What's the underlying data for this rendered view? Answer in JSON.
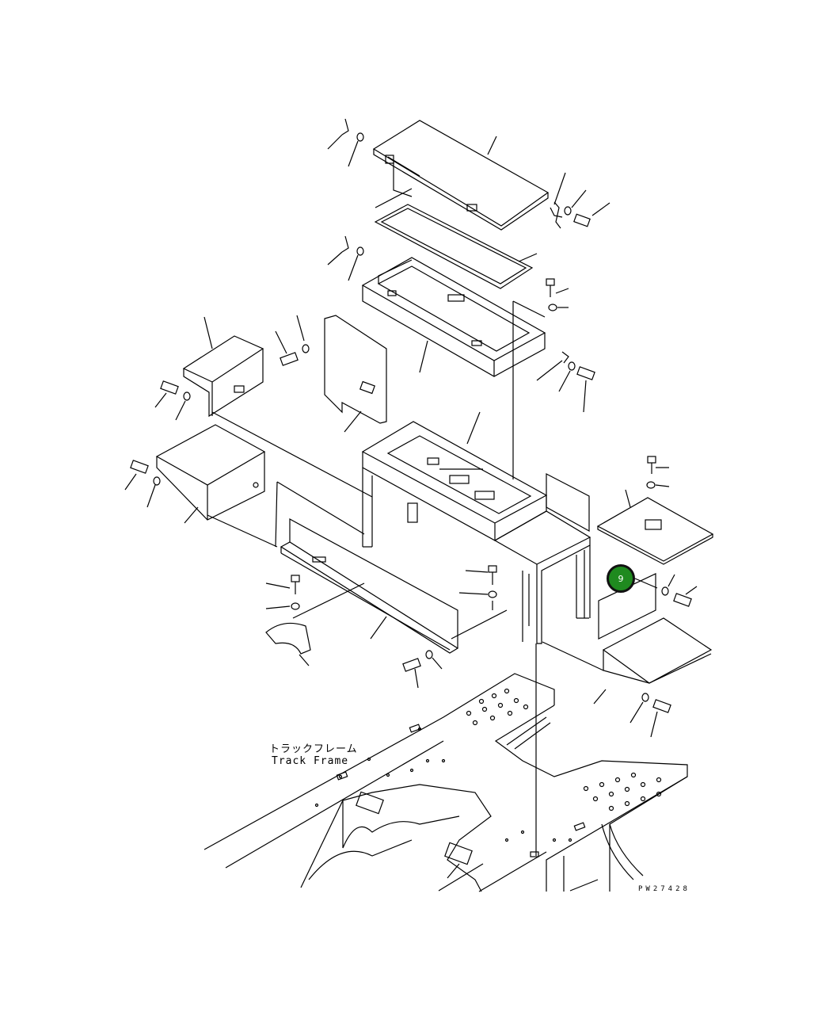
{
  "labels": {
    "track_frame_jp": "トラックフレーム",
    "track_frame_en": "Track Frame",
    "part_code": "PW27428"
  },
  "callout": {
    "number": "9",
    "color": "#1f8a1f"
  }
}
